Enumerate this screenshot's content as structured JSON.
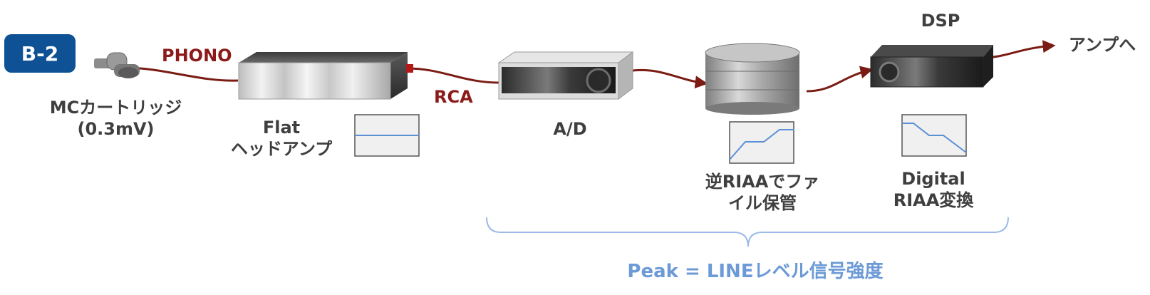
{
  "badge": "B-2",
  "signals": {
    "phono": "PHONO",
    "rca": "RCA"
  },
  "components": {
    "cartridge": {
      "line1": "MCカートリッジ",
      "line2": "(0.3mV)"
    },
    "head_amp": {
      "line1": "Flat",
      "line2": "ヘッドアンプ"
    },
    "adc": {
      "line1": "A/D"
    },
    "storage": {
      "line1": "逆RIAAでファ",
      "line2": "イル保管"
    },
    "dsp": {
      "title": "DSP",
      "line1": "Digital",
      "line2": "RIAA変換"
    },
    "output": {
      "line1": "アンプへ"
    }
  },
  "brace_label": "Peak = LINEレベル信号強度",
  "colors": {
    "cable": "#7a1c14",
    "badge": "#0e5195",
    "brace": "#9bbbe6",
    "curve": "#5b8fd6"
  }
}
